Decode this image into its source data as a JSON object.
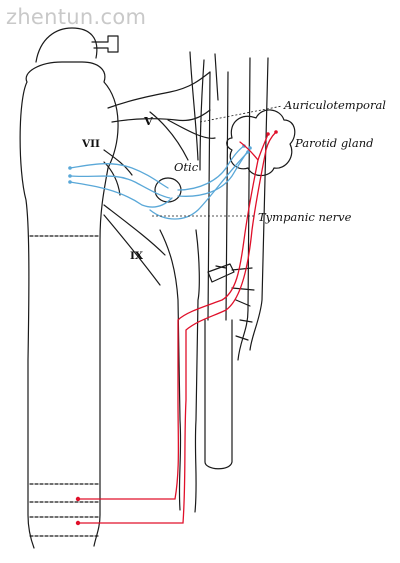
{
  "watermark": "zhentun.com",
  "labels": {
    "auriculotemporal": "Auriculotemporal",
    "parotid": "Parotid gland",
    "otic": "Otic",
    "tympanic": "Tympanic nerve",
    "v": "V",
    "vii": "VII",
    "ix": "IX"
  },
  "colors": {
    "outline": "#1a1a1a",
    "preganglionic": "#e0102a",
    "postganglionic": "#5aa8d8"
  }
}
